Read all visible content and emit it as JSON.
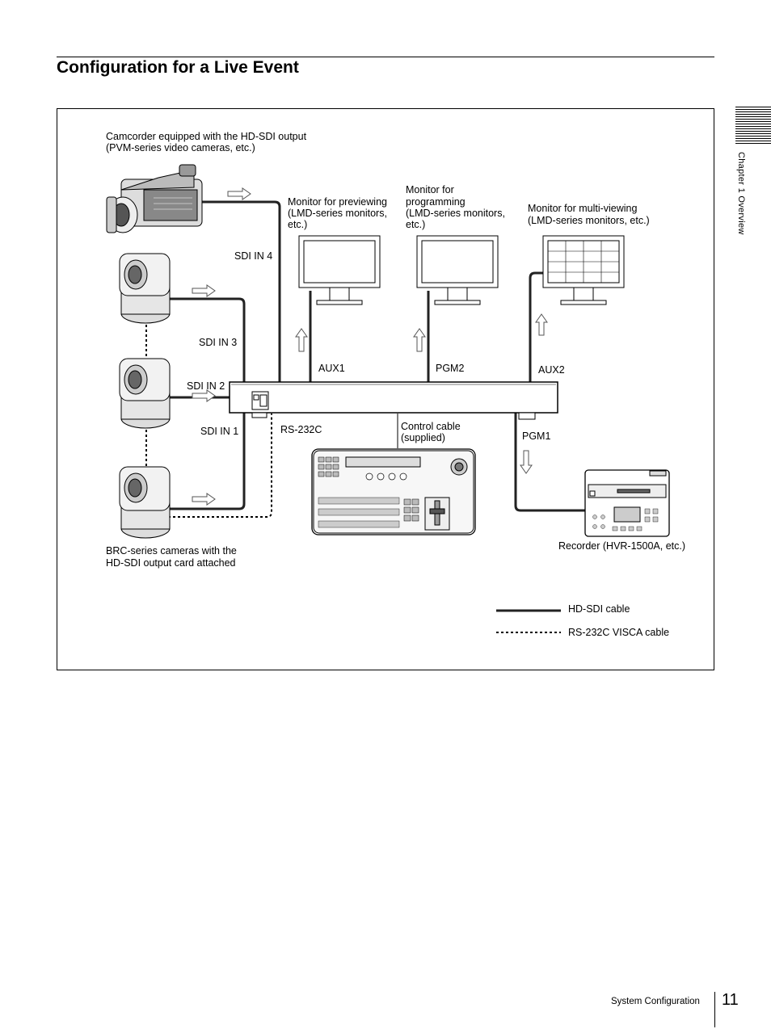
{
  "page": {
    "title": "Configuration for a Live Event",
    "chapter_tab": "Chapter 1  Overview",
    "footer_section": "System Configuration",
    "page_number": "11"
  },
  "diagram": {
    "labels": {
      "camcorder_line1": "Camcorder equipped with the HD-SDI output",
      "camcorder_line2": "(PVM-series video cameras, etc.)",
      "brc_line1": "BRC-series cameras with the",
      "brc_line2": "HD-SDI output card attached",
      "sdi_in_4": "SDI IN 4",
      "sdi_in_3": "SDI IN 3",
      "sdi_in_2": "SDI IN 2",
      "sdi_in_1": "SDI IN 1",
      "mon_preview_1": "Monitor for previewing",
      "mon_preview_2": "(LMD-series monitors,",
      "mon_preview_3": "etc.)",
      "mon_prog_1": "Monitor for",
      "mon_prog_2": "programming",
      "mon_prog_3": "(LMD-series monitors,",
      "mon_prog_4": "etc.)",
      "mon_multi_1": "Monitor for multi-viewing",
      "mon_multi_2": "(LMD-series monitors, etc.)",
      "aux1": "AUX1",
      "pgm2": "PGM2",
      "aux2": "AUX2",
      "pgm1": "PGM1",
      "rs232c": "RS-232C",
      "control_cable_1": "Control cable",
      "control_cable_2": "(supplied)",
      "recorder": "Recorder (HVR-1500A, etc.)"
    },
    "legend": {
      "hd_sdi": "HD-SDI cable",
      "rs232c_visca": "RS-232C VISCA cable"
    }
  }
}
